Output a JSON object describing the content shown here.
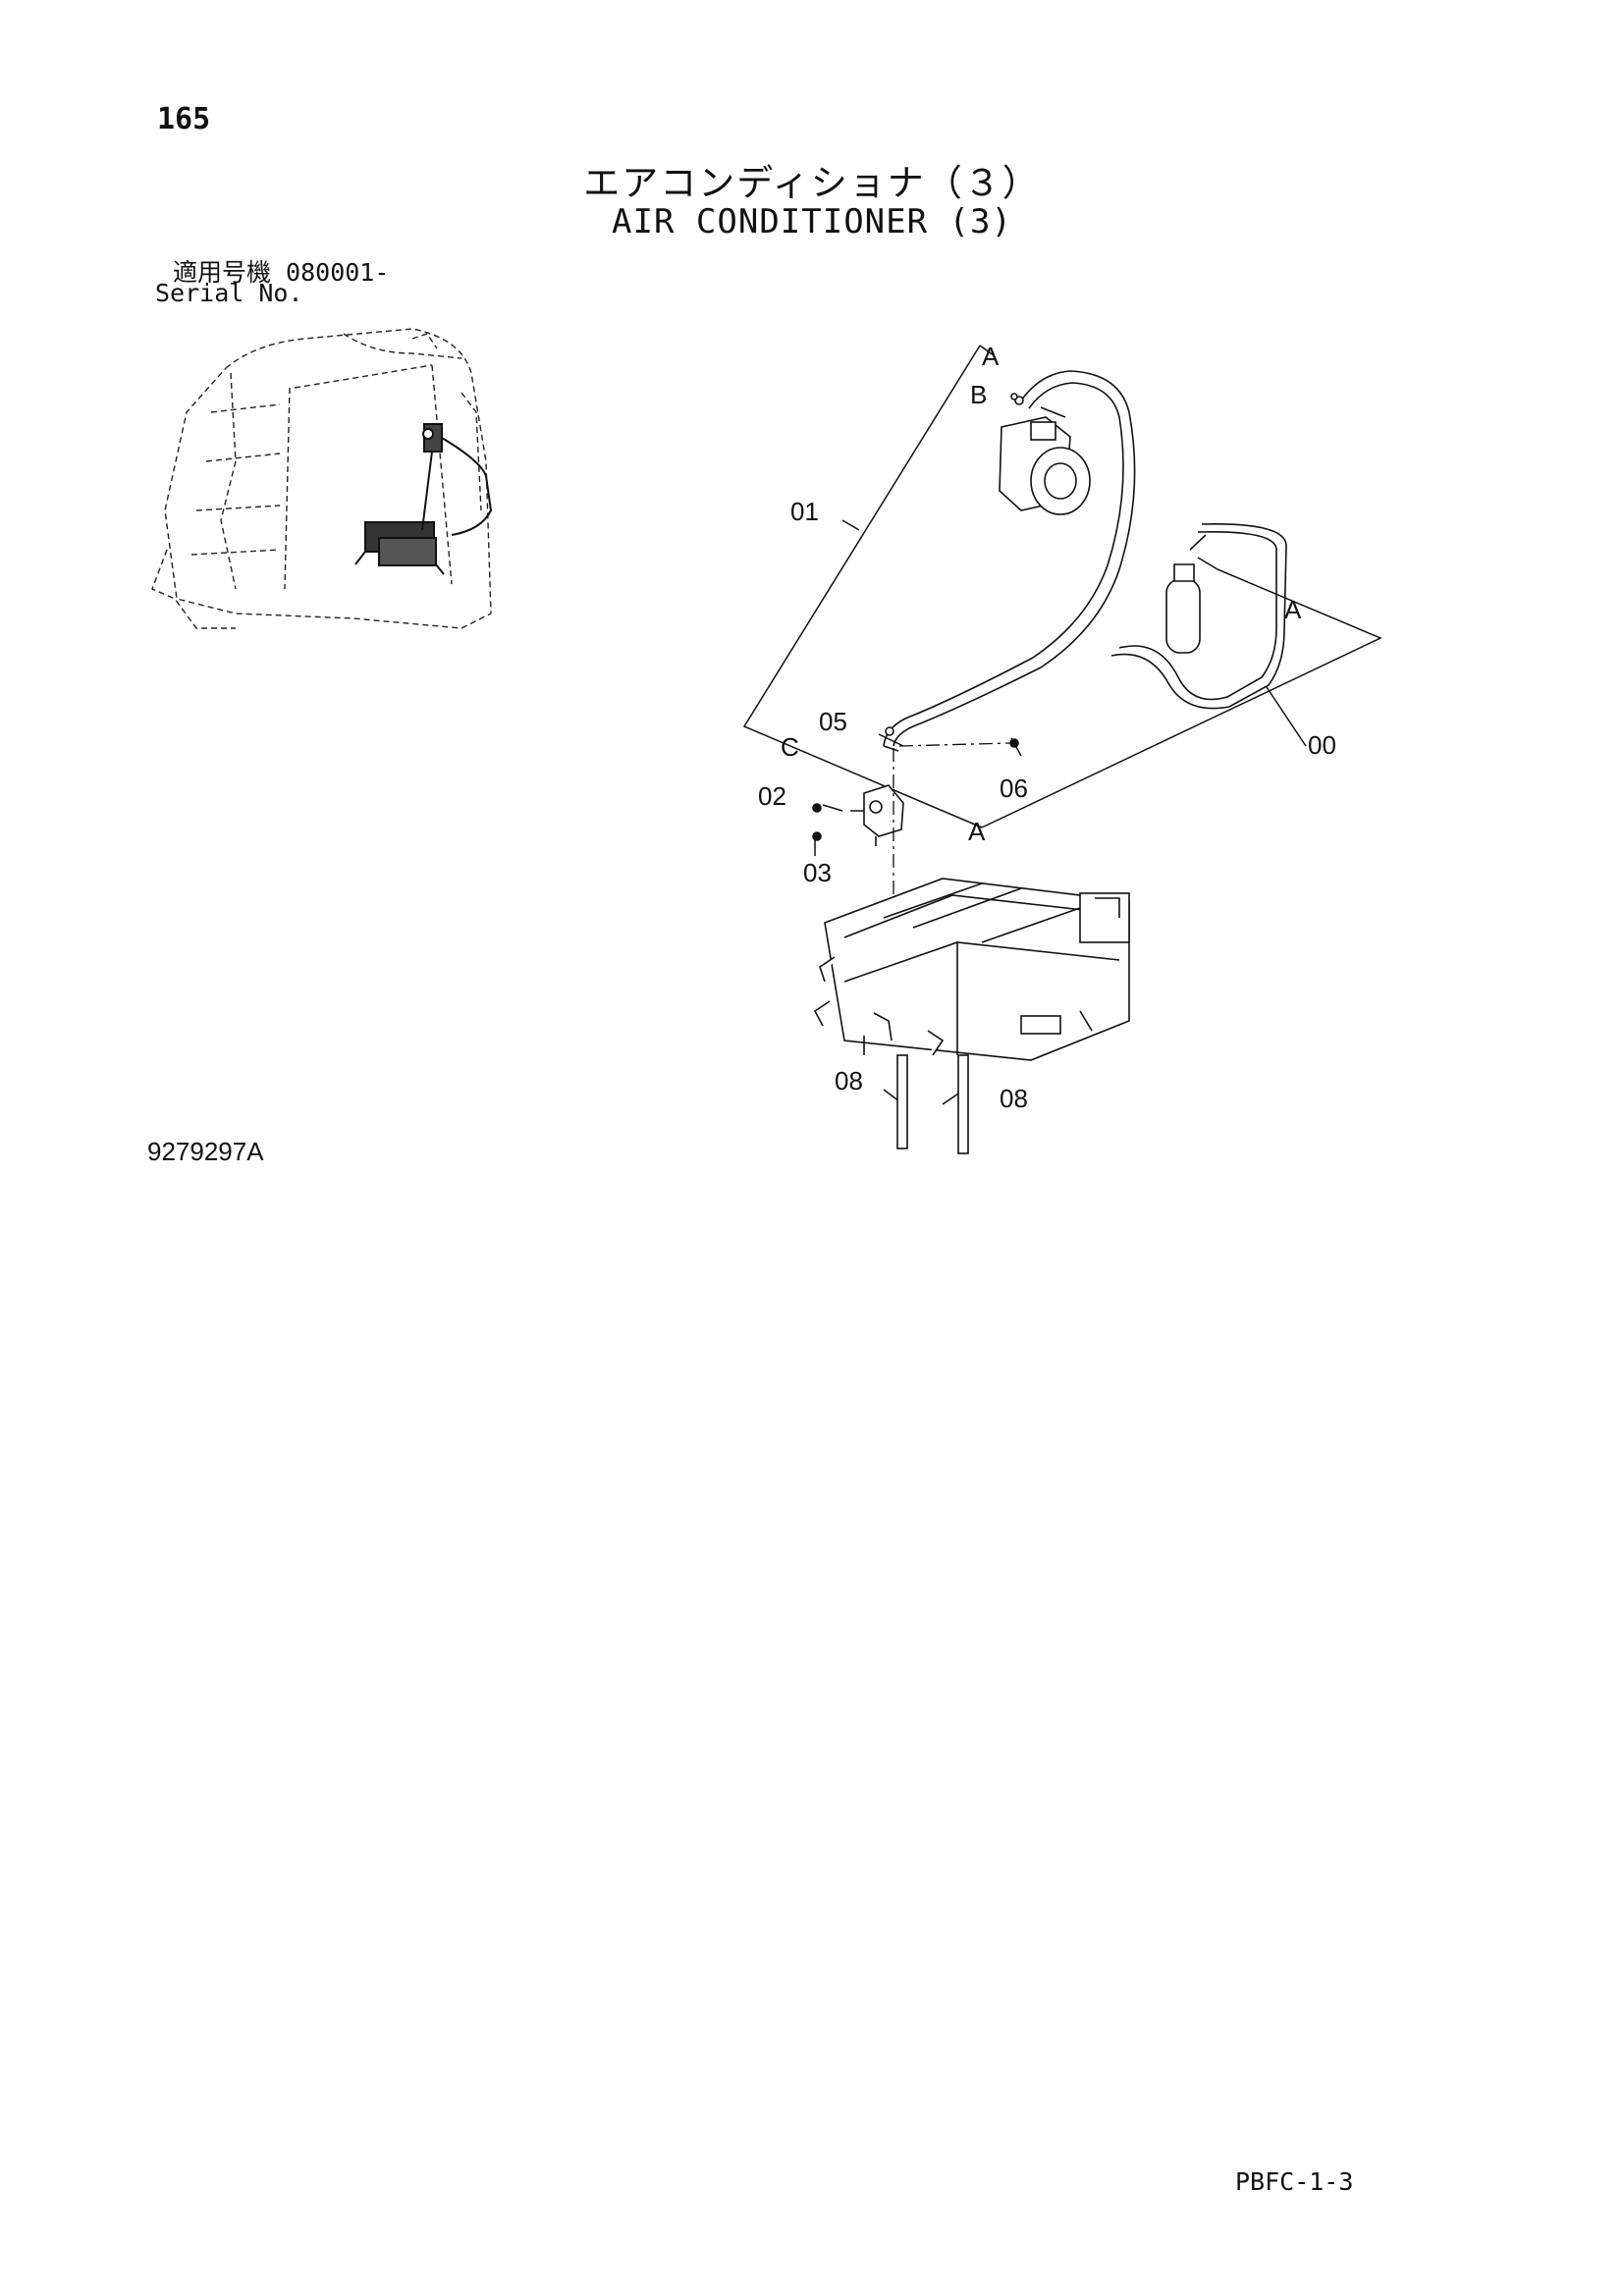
{
  "page": {
    "number": "165",
    "title_jp": "エアコンディショナ（３）",
    "title_en": "AIR CONDITIONER (3)",
    "serial_label_jp": "適用号機 080001-",
    "serial_label_en": "Serial No.",
    "drawing_number": "9279297A",
    "page_code": "PBFC-1-3"
  },
  "callouts": {
    "hose_assy": "01",
    "assembly": "00",
    "clip": "05",
    "bolt_a": "06",
    "bolt_b": "02",
    "washer": "03",
    "drain_left": "08",
    "drain_right": "08",
    "ref_a1": "A",
    "ref_b": "B",
    "ref_a2": "A",
    "ref_c": "C",
    "ref_a3": "A"
  }
}
